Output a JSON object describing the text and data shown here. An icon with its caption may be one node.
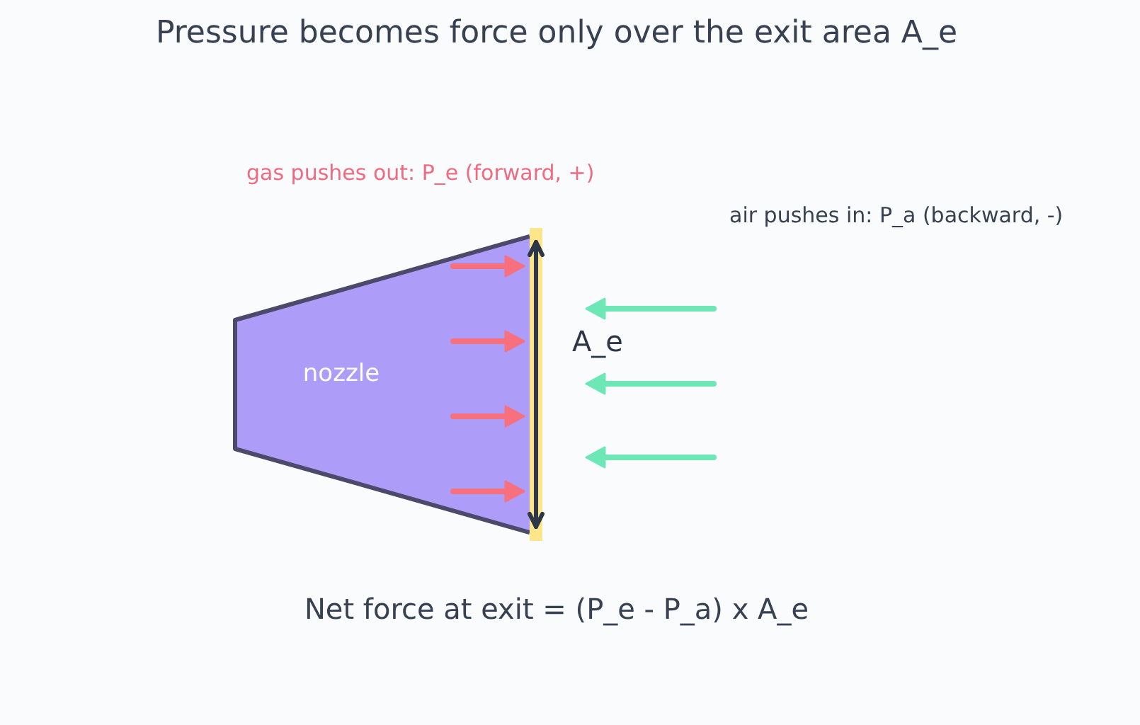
{
  "diagram": {
    "title": "Pressure becomes force only over the exit area A_e",
    "caption": "Net force at exit = (P_e - P_a) x A_e",
    "nodes": [
      {
        "text": [
          "nozzle"
        ]
      }
    ],
    "labels": [
      "gas pushes out: P_e (forward, +)",
      "air pushes in: P_a (backward, -)",
      "A_e"
    ]
  }
}
